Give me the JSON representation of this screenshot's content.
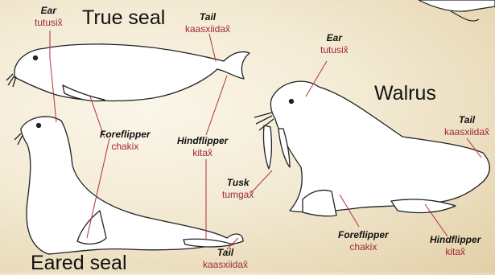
{
  "titles": {
    "true_seal": "True seal",
    "walrus": "Walrus",
    "eared_seal": "Eared seal"
  },
  "labels": {
    "true_seal_ear": {
      "english": "Ear",
      "aleut": "tutusix̂"
    },
    "true_seal_tail": {
      "english": "Tail",
      "aleut": "kaasxiidax̂"
    },
    "eared_foreflipper": {
      "english": "Foreflipper",
      "aleut": "chakix"
    },
    "eared_hindflipper": {
      "english": "Hindflipper",
      "aleut": "kitax̂"
    },
    "eared_tail": {
      "english": "Tail",
      "aleut": "kaasxiidax̂"
    },
    "walrus_ear": {
      "english": "Ear",
      "aleut": "tutusix̂"
    },
    "walrus_tail": {
      "english": "Tail",
      "aleut": "kaasxiidax̂"
    },
    "walrus_tusk": {
      "english": "Tusk",
      "aleut": "tumgax̂"
    },
    "walrus_foreflipper": {
      "english": "Foreflipper",
      "aleut": "chakix"
    },
    "walrus_hindflipper": {
      "english": "Hindflipper",
      "aleut": "kitax̂"
    }
  },
  "colors": {
    "aleut_text": "#a0273a",
    "leader_line": "#b03040",
    "background": "#f3ead3"
  }
}
